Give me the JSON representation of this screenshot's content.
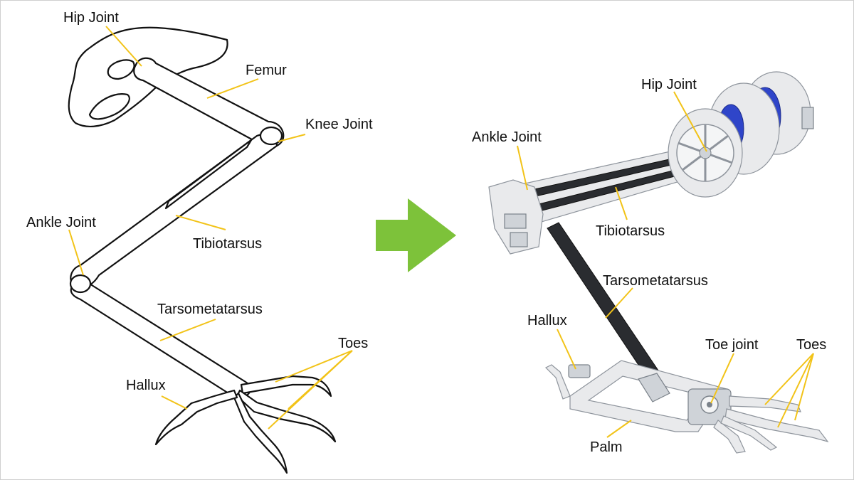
{
  "colors": {
    "arrow": "#7dc23a",
    "leader": "#f2c318",
    "outline": "#111111",
    "motor_blue": "#2f45c9"
  },
  "icons": {
    "arrow": "right-arrow-icon"
  },
  "left_diagram": {
    "hip_joint": "Hip Joint",
    "femur": "Femur",
    "knee_joint": "Knee Joint",
    "ankle_joint": "Ankle Joint",
    "tibiotarsus": "Tibiotarsus",
    "tarsometatarsus": "Tarsometatarsus",
    "toes": "Toes",
    "hallux": "Hallux"
  },
  "right_diagram": {
    "hip_joint": "Hip Joint",
    "ankle_joint": "Ankle Joint",
    "tibiotarsus": "Tibiotarsus",
    "tarsometatarsus": "Tarsometatarsus",
    "hallux": "Hallux",
    "toe_joint": "Toe joint",
    "toes": "Toes",
    "palm": "Palm"
  }
}
